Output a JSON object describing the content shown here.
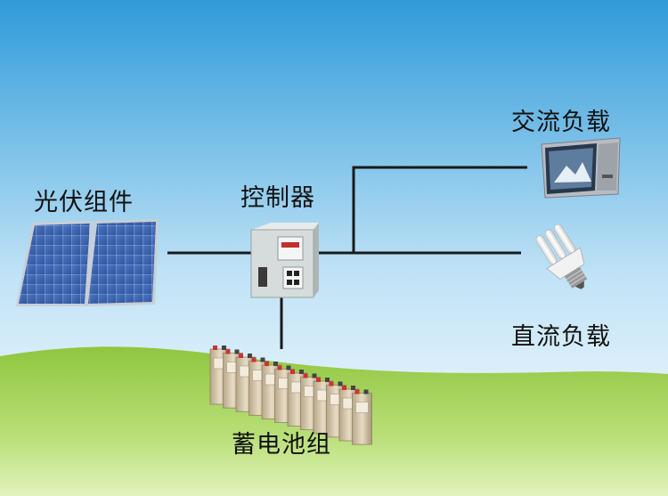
{
  "labels": {
    "solar": "光伏组件",
    "controller": "控制器",
    "ac_load": "交流负载",
    "dc_load": "直流负载",
    "battery": "蓄电池组"
  },
  "colors": {
    "sky_top": "#2f9bd9",
    "sky_bottom": "#ffffff",
    "grass_top": "#8fc63f",
    "grass_bottom": "#d4ec9e",
    "wire": "#1a1a1a",
    "panel_cell": "#3e66b0",
    "panel_frame": "#c9ced6"
  }
}
